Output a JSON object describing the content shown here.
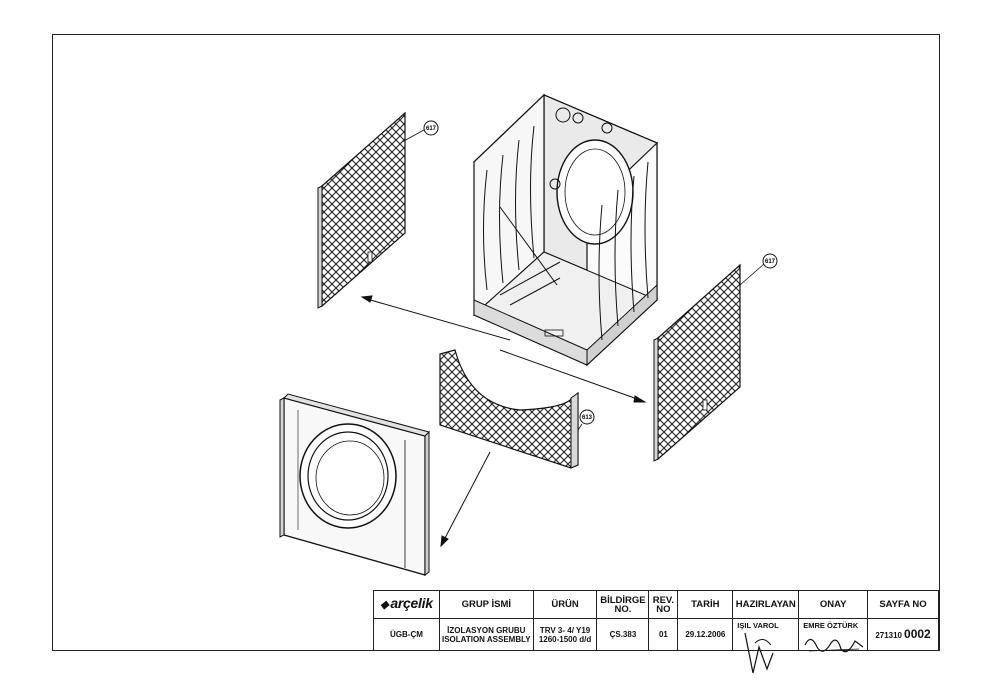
{
  "callouts": {
    "left_panel": "617",
    "right_panel": "617",
    "front_panel": "613"
  },
  "title_block": {
    "logo": "arçelik",
    "headers": {
      "group": "GRUP İSMİ",
      "product": "ÜRÜN",
      "bildirge_1": "BİLDİRGE",
      "bildirge_2": "NO.",
      "rev_1": "REV.",
      "rev_2": "NO",
      "date": "TARİH",
      "prepared": "HAZIRLAYAN",
      "approved": "ONAY",
      "page": "SAYFA NO"
    },
    "values": {
      "department": "ÜGB-ÇM",
      "group_tr": "İZOLASYON GRUBU",
      "group_en": "ISOLATION ASSEMBLY",
      "product_1": "TRV 3- 4/ Y19",
      "product_2": "1260-1500 d/d",
      "bildirge": "ÇS.383",
      "rev": "01",
      "date": "29.12.2006",
      "prepared_by": "IŞIL VAROL",
      "approved_by": "EMRE ÖZTÜRK",
      "page_prefix": "271310",
      "page_main": "0002"
    }
  }
}
